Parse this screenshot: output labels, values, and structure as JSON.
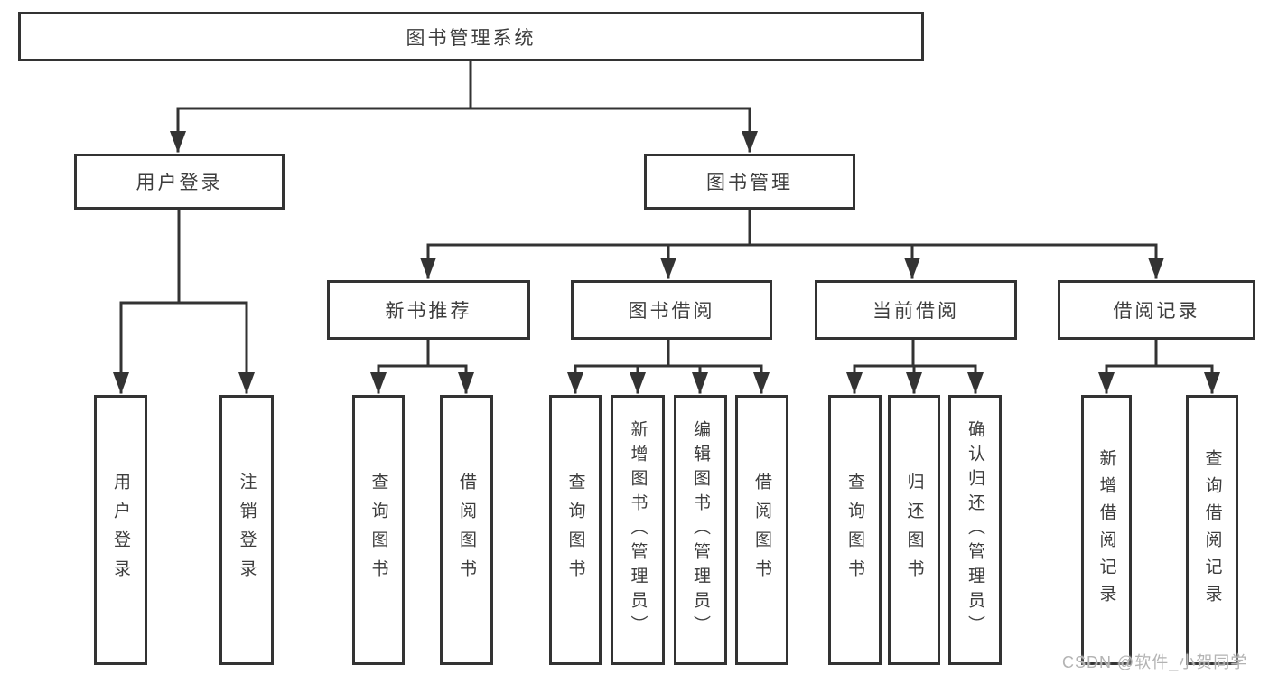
{
  "diagram": {
    "title": "图书管理系统",
    "root": {
      "label": "图书管理系统"
    },
    "level2": [
      {
        "label": "用户登录"
      },
      {
        "label": "图书管理"
      }
    ],
    "level3": [
      {
        "label": "新书推荐"
      },
      {
        "label": "图书借阅"
      },
      {
        "label": "当前借阅"
      },
      {
        "label": "借阅记录"
      }
    ],
    "leaves": [
      {
        "label": "用户登录"
      },
      {
        "label": "注销登录"
      },
      {
        "label": "查询图书"
      },
      {
        "label": "借阅图书"
      },
      {
        "label": "查询图书"
      },
      {
        "label": "新增图书（管理员）"
      },
      {
        "label": "编辑图书（管理员）"
      },
      {
        "label": "借阅图书"
      },
      {
        "label": "查询图书"
      },
      {
        "label": "归还图书"
      },
      {
        "label": "确认归还（管理员）"
      },
      {
        "label": "新增借阅记录"
      },
      {
        "label": "查询借阅记录"
      }
    ]
  },
  "watermark": {
    "text": "CSDN @软件_小贺同学"
  },
  "colors": {
    "line": "#333333",
    "border": "#333333",
    "text": "#3d3d3d",
    "box_background": "#ffffff",
    "watermark": "#b3b3b3"
  }
}
